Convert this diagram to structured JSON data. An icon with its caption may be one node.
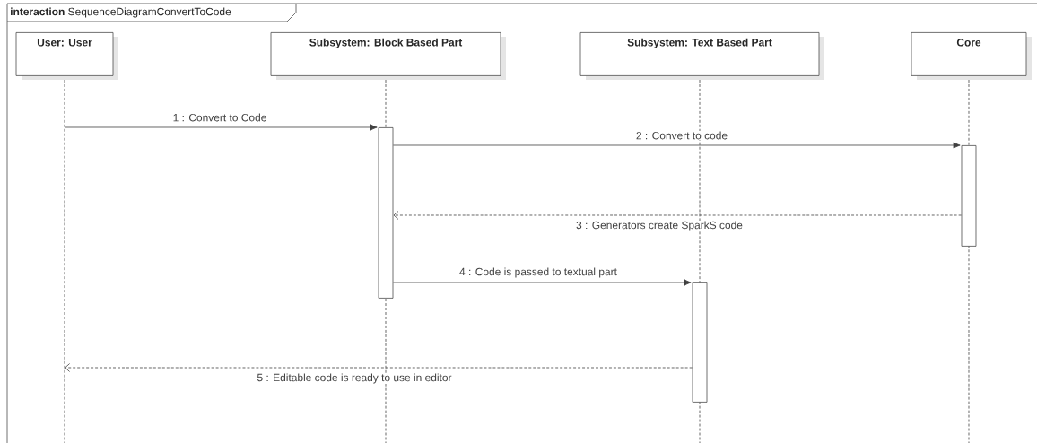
{
  "diagram": {
    "nodes": [
      {
        "text": [
          "**interaction** SequenceDiagramConvertToCode"
        ]
      },
      {
        "text": [
          "User: User"
        ],
        "in": 0
      },
      {
        "text": [
          "Subsystem: Block Based Part"
        ],
        "in": 0
      },
      {
        "text": [
          "Subsystem: Text Based Part"
        ],
        "in": 0
      },
      {
        "text": [
          "Core"
        ],
        "in": 0
      },
      {
        "text": [],
        "shape": "bar",
        "in": 0
      },
      {
        "text": [],
        "shape": "bar",
        "in": 0
      },
      {
        "text": [],
        "shape": "bar",
        "in": 0
      }
    ],
    "edges": [
      {
        "from": null,
        "to": 5,
        "arrow": "to",
        "label": "1 : Convert to Code"
      },
      {
        "from": 5,
        "to": 6,
        "arrow": "to",
        "label": "2 : Convert to code"
      },
      {
        "from": 6,
        "to": 5,
        "arrow": "to",
        "label": "3 : Generators create SparkS code",
        "style": "dashed"
      },
      {
        "from": 5,
        "to": 7,
        "arrow": "to",
        "label": "4 : Code is passed to textual part"
      },
      {
        "from": 7,
        "to": null,
        "arrow": "to",
        "label": "5 : Editable code is ready to use in editor",
        "style": "dashed"
      }
    ]
  }
}
